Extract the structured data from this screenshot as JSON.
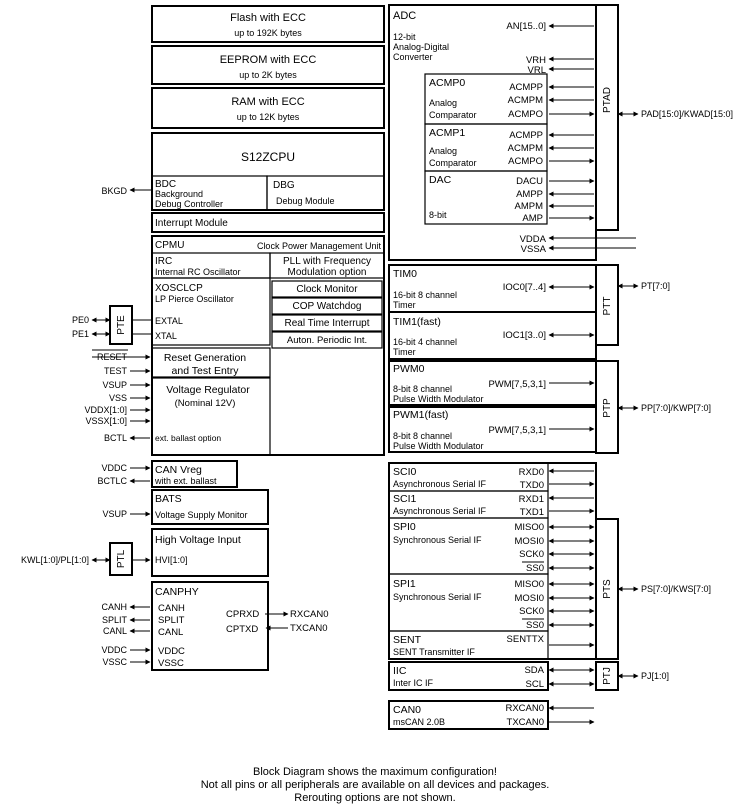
{
  "memory": {
    "flash": {
      "title": "Flash with ECC",
      "sub": "up to 192K bytes"
    },
    "eeprom": {
      "title": "EEPROM with ECC",
      "sub": "up to 2K bytes"
    },
    "ram": {
      "title": "RAM with ECC",
      "sub": "up to 12K bytes"
    }
  },
  "cpu": {
    "title": "S12ZCPU",
    "bdc": {
      "title": "BDC",
      "line1": "Background",
      "line2": "Debug Controller"
    },
    "dbg": {
      "title": "DBG",
      "sub": "Debug Module"
    },
    "interrupt": "Interrupt Module",
    "bkgd": "BKGD"
  },
  "cpmu": {
    "title": "CPMU",
    "subtitle": "Clock Power Management Unit",
    "irc": {
      "title": "IRC",
      "sub": "Internal RC Oscillator"
    },
    "pll": {
      "line1": "PLL with Frequency",
      "line2": "Modulation option"
    },
    "xosc": {
      "title": "XOSCLCP",
      "sub": "LP Pierce Oscillator",
      "extal": "EXTAL",
      "xtal": "XTAL"
    },
    "clock_monitor": "Clock Monitor",
    "cop": "COP Watchdog",
    "rti": "Real Time Interrupt",
    "api": "Auton. Periodic Int.",
    "pte": "PTE",
    "pe0": "PE0",
    "pe1": "PE1",
    "reset_gen": {
      "line1": "Reset Generation",
      "line2": "and Test Entry"
    },
    "reset": "RESET",
    "test": "TEST",
    "vreg": {
      "title": "Voltage Regulator",
      "sub": "(Nominal 12V)",
      "ballast": "ext. ballast option"
    },
    "vsup": "VSUP",
    "vss": "VSS",
    "vddx": "VDDX[1:0]",
    "vssx": "VSSX[1:0]",
    "bctl": "BCTL"
  },
  "can_vreg": {
    "title": "CAN Vreg",
    "sub": "with ext. ballast",
    "vddc": "VDDC",
    "bctlc": "BCTLC"
  },
  "bats": {
    "title": "BATS",
    "sub": "Voltage Supply Monitor",
    "vsup": "VSUP"
  },
  "hvi": {
    "title": "High Voltage Input",
    "sub": "HVI[1:0]",
    "ptl": "PTL",
    "kwl": "KWL[1:0]/PL[1:0]"
  },
  "canphy": {
    "title": "CANPHY",
    "canh": "CANH",
    "split": "SPLIT",
    "canl": "CANL",
    "vddc": "VDDC",
    "vssc": "VSSC",
    "cprxd": "CPRXD",
    "cptxd": "CPTXD",
    "rxcan": "RXCAN0",
    "txcan": "TXCAN0"
  },
  "adc": {
    "title": "ADC",
    "line1": "12-bit",
    "line2": "Analog-Digital",
    "line3": "Converter",
    "an": "AN[15..0]",
    "vrh": "VRH",
    "vrl": "VRL",
    "vdda": "VDDA",
    "vssa": "VSSA",
    "ptad": "PTAD",
    "pad": "PAD[15:0]/KWAD[15:0]"
  },
  "acmp0": {
    "title": "ACMP0",
    "line1": "Analog",
    "line2": "Comparator",
    "p": "ACMPP",
    "m": "ACMPM",
    "o": "ACMPO"
  },
  "acmp1": {
    "title": "ACMP1",
    "line1": "Analog",
    "line2": "Comparator",
    "p": "ACMPP",
    "m": "ACMPM",
    "o": "ACMPO"
  },
  "dac": {
    "title": "DAC",
    "sub": "8-bit",
    "dacu": "DACU",
    "ampp": "AMPP",
    "ampm": "AMPM",
    "amp": "AMP"
  },
  "tim0": {
    "title": "TIM0",
    "line1": "16-bit 8 channel",
    "line2": "Timer",
    "ioc": "IOC0[7..4]"
  },
  "tim1": {
    "title": "TIM1(fast)",
    "line1": "16-bit 4 channel",
    "line2": "Timer",
    "ioc": "IOC1[3..0]"
  },
  "ptt": {
    "name": "PTT",
    "pin": "PT[7:0]"
  },
  "pwm0": {
    "title": "PWM0",
    "line1": "8-bit 8 channel",
    "line2": "Pulse Width Modulator",
    "pin": "PWM[7,5,3,1]"
  },
  "pwm1": {
    "title": "PWM1(fast)",
    "line1": "8-bit 8 channel",
    "line2": "Pulse Width Modulator",
    "pin": "PWM[7,5,3,1]"
  },
  "ptp": {
    "name": "PTP",
    "pin": "PP[7:0]/KWP[7:0]"
  },
  "sci0": {
    "title": "SCI0",
    "sub": "Asynchronous Serial IF",
    "rxd": "RXD0",
    "txd": "TXD0"
  },
  "sci1": {
    "title": "SCI1",
    "sub": "Asynchronous Serial IF",
    "rxd": "RXD1",
    "txd": "TXD1"
  },
  "spi0": {
    "title": "SPI0",
    "sub": "Synchronous Serial IF",
    "miso": "MISO0",
    "mosi": "MOSI0",
    "sck": "SCK0",
    "ss": "SS0"
  },
  "spi1": {
    "title": "SPI1",
    "sub": "Synchronous Serial IF",
    "miso": "MISO0",
    "mosi": "MOSI0",
    "sck": "SCK0",
    "ss": "SS0"
  },
  "sent": {
    "title": "SENT",
    "sub": "SENT Transmitter IF",
    "pin": "SENTTX"
  },
  "pts": {
    "name": "PTS",
    "pin": "PS[7:0]/KWS[7:0]"
  },
  "iic": {
    "title": "IIC",
    "sub": "Inter IC IF",
    "sda": "SDA",
    "scl": "SCL"
  },
  "ptj": {
    "name": "PTJ",
    "pin": "PJ[1:0]"
  },
  "can0": {
    "title": "CAN0",
    "sub": "msCAN 2.0B",
    "rx": "RXCAN0",
    "tx": "TXCAN0"
  },
  "caption": {
    "line1": "Block Diagram shows the maximum configuration!",
    "line2": "Not all pins or all peripherals are available on all devices and packages.",
    "line3": "Rerouting options are not shown."
  }
}
